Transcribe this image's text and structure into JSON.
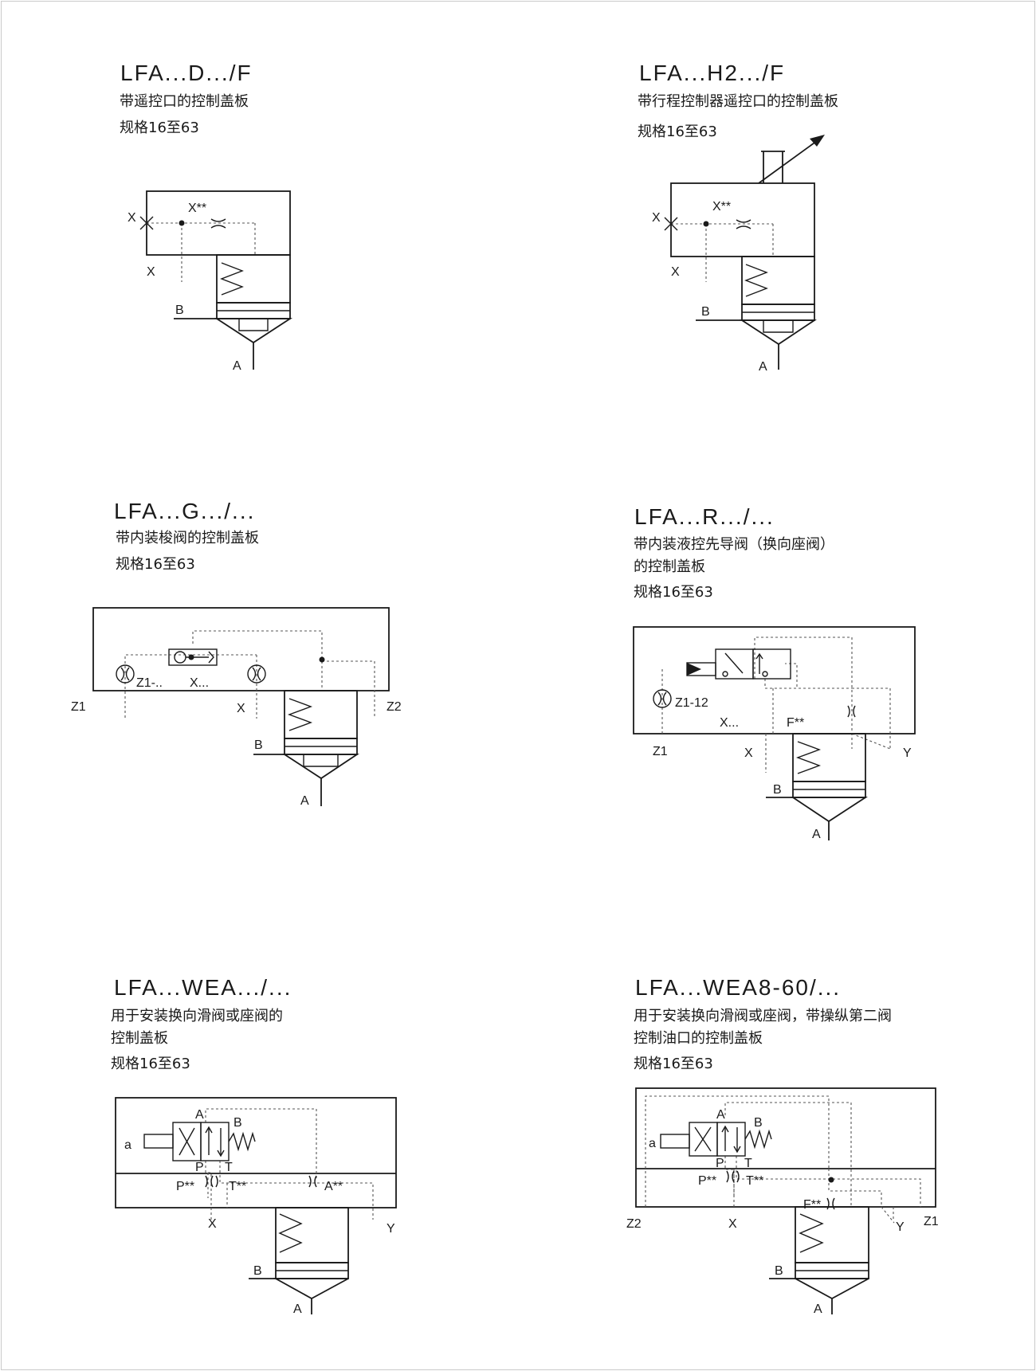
{
  "panels": [
    {
      "code": "LFA...D.../F",
      "desc": [
        "带遥控口的控制盖板",
        "规格16至63"
      ],
      "labels": {
        "x_top": "X",
        "x_side": "X**",
        "x_bottom": "X",
        "b": "B",
        "a": "A"
      }
    },
    {
      "code": "LFA...H2.../F",
      "desc": [
        "带行程控制器遥控口的控制盖板",
        "规格16至63"
      ],
      "labels": {
        "x_top": "X",
        "x_side": "X**",
        "x_bottom": "X",
        "b": "B",
        "a": "A"
      }
    },
    {
      "code": "LFA...G.../...",
      "desc": [
        "带内装梭阀的控制盖板",
        "规格16至63"
      ],
      "labels": {
        "z1_inner": "Z1-..",
        "x_inner": "X...",
        "z1": "Z1",
        "x": "X",
        "z2": "Z2",
        "b": "B",
        "a": "A"
      }
    },
    {
      "code": "LFA...R.../...",
      "desc": [
        "带内装液控先导阀（换向座阀）",
        "的控制盖板",
        "规格16至63"
      ],
      "labels": {
        "z1_inner": "Z1-12",
        "x_inner": "X...",
        "f": "F**",
        "z1": "Z1",
        "x": "X",
        "y": "Y",
        "b": "B",
        "a": "A"
      }
    },
    {
      "code": "LFA...WEA.../...",
      "desc": [
        "用于安装换向滑阀或座阀的",
        "控制盖板",
        "规格16至63"
      ],
      "labels": {
        "sol": "a",
        "va": "A",
        "vb": "B",
        "vp": "P",
        "vt": "T",
        "pp": "P**",
        "tt": "T**",
        "aa": "A**",
        "x": "X",
        "y": "Y",
        "b": "B",
        "a": "A"
      }
    },
    {
      "code": "LFA...WEA8-60/...",
      "desc": [
        "用于安装换向滑阀或座阀，带操纵第二阀",
        "控制油口的控制盖板",
        "规格16至63"
      ],
      "labels": {
        "sol": "a",
        "va": "A",
        "vb": "B",
        "vp": "P",
        "vt": "T",
        "pp": "P**",
        "tt": "T**",
        "f": "F**",
        "z2": "Z2",
        "x": "X",
        "y": "Y",
        "z1": "Z1",
        "b": "B",
        "a": "A"
      }
    }
  ]
}
